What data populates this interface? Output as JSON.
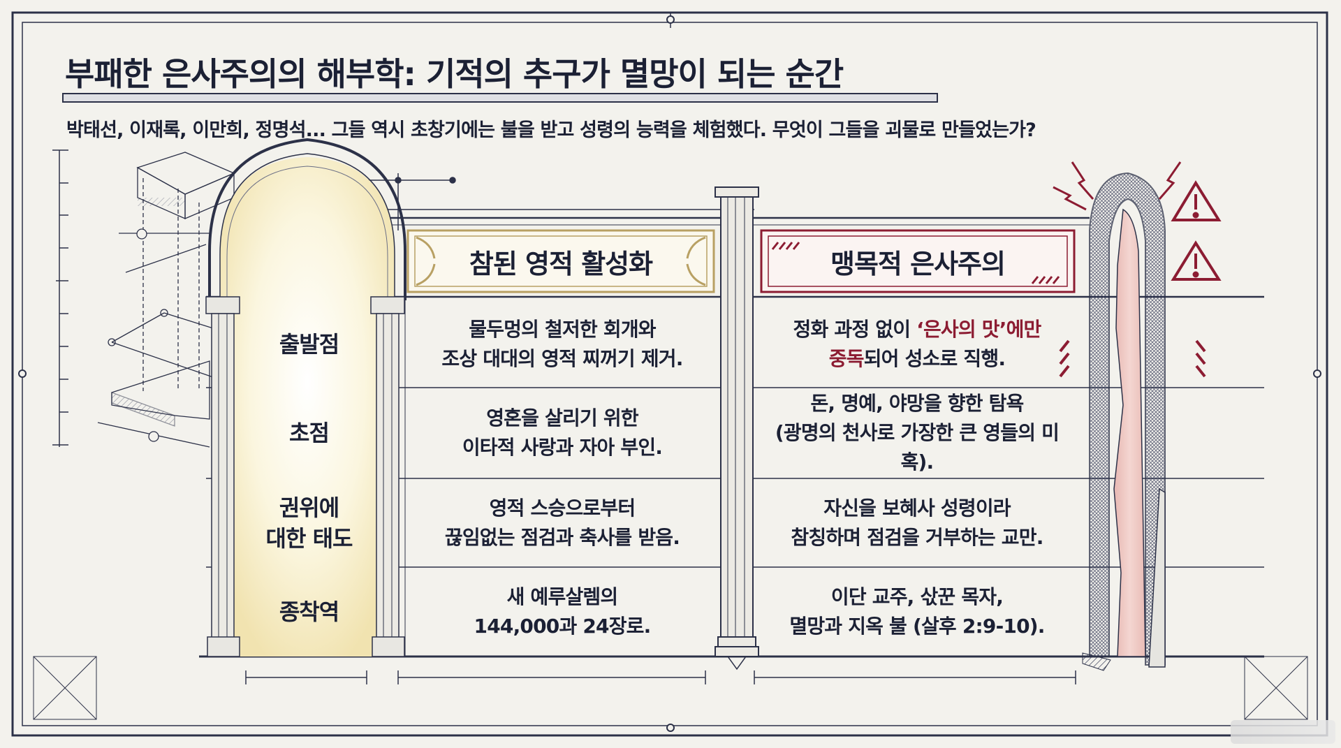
{
  "title": "부패한 은사주의의 해부학: 기적의 추구가 멸망이 되는 순간",
  "subtitle": "박태선, 이재록, 이만희, 정명석... 그들 역시 초창기에는 불을 받고 성령의 능력을 체험했다. 무엇이 그들을 괴물로 만들었는가?",
  "columns": {
    "true": {
      "header": "참된 영적 활성화",
      "frame_color": "#b8a063"
    },
    "false": {
      "header": "맹목적 은사주의",
      "frame_color": "#8c1c32"
    }
  },
  "rows": [
    {
      "label": "출발점",
      "true_lines": [
        "물두멍의 철저한 회개와",
        "조상 대대의 영적 찌꺼기 제거."
      ],
      "false_line1_pre": "정화 과정 없이 ",
      "false_line1_hl": "‘은사의 맛’에만",
      "false_line2_hl": "중독",
      "false_line2_post": "되어 성소로 직행."
    },
    {
      "label": "초점",
      "true_lines": [
        "영혼을 살리기 위한",
        "이타적 사랑과 자아 부인."
      ],
      "false_lines": [
        "돈, 명예, 야망을 향한 탐욕",
        "(광명의 천사로 가장한 큰 영들의 미혹)."
      ]
    },
    {
      "label_lines": [
        "권위에",
        "대한 태도"
      ],
      "true_lines": [
        "영적 스승으로부터",
        "끊임없는 점검과 축사를 받음."
      ],
      "false_lines": [
        "자신을 보혜사 성령이라",
        "참칭하며 점검을 거부하는 교만."
      ]
    },
    {
      "label": "종착역",
      "true_lines": [
        "새 예루살렘의",
        "144,000과 24장로."
      ],
      "false_lines": [
        "이단 교주, 삯꾼 목자,",
        "멸망과 지옥 불 (살후 2:9-10)."
      ]
    }
  ],
  "icons": {
    "warning": "warning-triangle-icon",
    "lightning": "lightning-bolt-icon"
  },
  "colors": {
    "ink": "#1b2034",
    "accent_red": "#8c1c32",
    "accent_gold": "#b8a063",
    "background": "#f3f2ed"
  }
}
